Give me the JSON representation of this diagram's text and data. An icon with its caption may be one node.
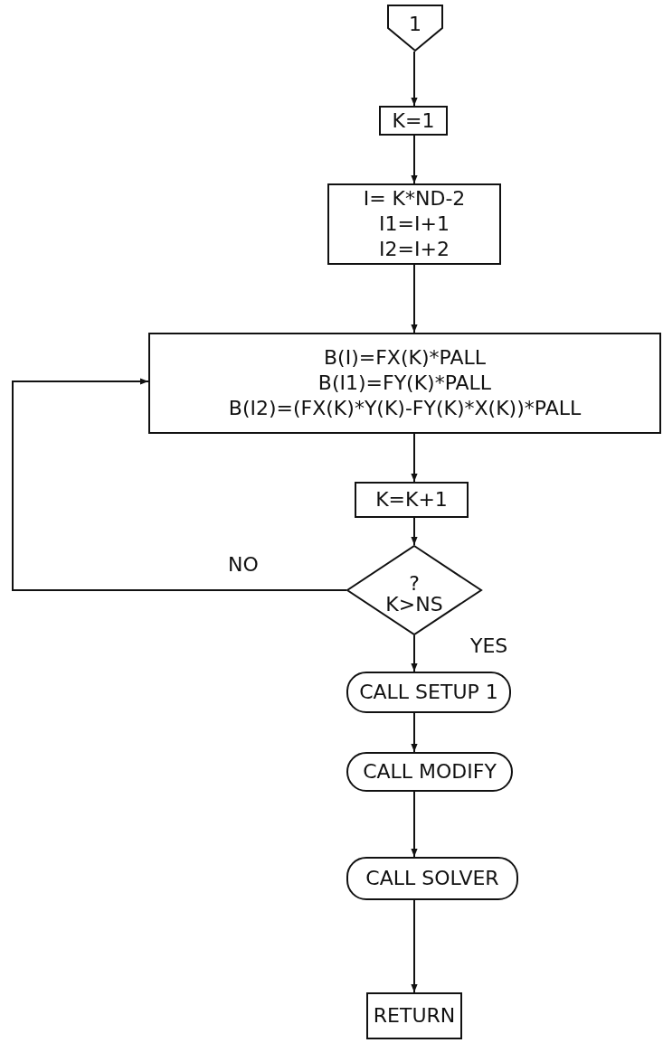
{
  "diagram": {
    "nodes": [
      {
        "text": [
          "1"
        ]
      },
      {
        "text": [
          "K=1"
        ]
      },
      {
        "text": [
          "I= K*ND-2",
          "I1=I+1",
          "I2=I+2"
        ]
      },
      {
        "text": [
          "B(I)=FX(K)*PALL",
          "B(I1)=FY(K)*PALL",
          "B(I2)=(FX(K)*Y(K)-FY(K)*X(K))*PALL"
        ]
      },
      {
        "text": [
          "K=K+1"
        ]
      },
      {
        "text": [
          "?",
          "K>NS"
        ]
      },
      {
        "text": [
          "CALL SETUP 1"
        ]
      },
      {
        "text": [
          "CALL MODIFY"
        ]
      },
      {
        "text": [
          "CALL SOLVER"
        ]
      },
      {
        "text": [
          "RETURN"
        ]
      }
    ],
    "edges": [
      {
        "from": 0,
        "to": 1,
        "arrow": "to"
      },
      {
        "from": 1,
        "to": 2,
        "arrow": "to"
      },
      {
        "from": 2,
        "to": 3,
        "arrow": "to"
      },
      {
        "from": 3,
        "to": 4,
        "arrow": "to"
      },
      {
        "from": 4,
        "to": 5,
        "arrow": "to"
      },
      {
        "from": 5,
        "to": 3,
        "label": "NO",
        "arrow": "to"
      },
      {
        "from": 5,
        "to": 6,
        "label": "YES",
        "arrow": "to"
      },
      {
        "from": 6,
        "to": 7,
        "arrow": "to"
      },
      {
        "from": 7,
        "to": 8,
        "arrow": "to"
      },
      {
        "from": 8,
        "to": 9,
        "arrow": "to"
      }
    ]
  }
}
